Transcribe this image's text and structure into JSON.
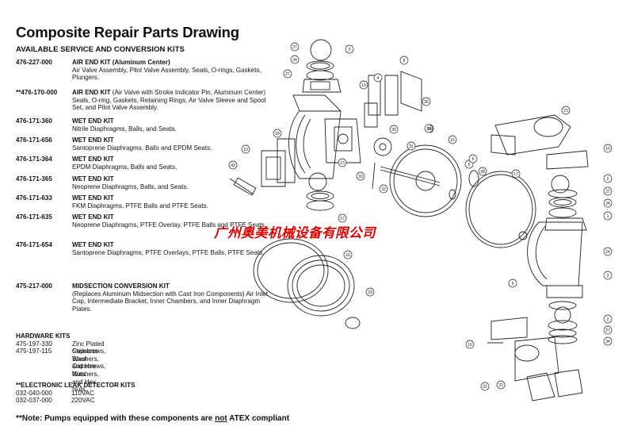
{
  "title": "Composite Repair Parts Drawing",
  "subtitle": "AVAILABLE SERVICE AND CONVERSION KITS",
  "kits": [
    {
      "number": "476-227-000",
      "name": "AIR END KIT (Aluminum Center)",
      "desc": "Air Valve Assembly, Pilot Valve Assembly, Seals, O-rings, Gaskets, Plungers."
    },
    {
      "number": "**476-170-000",
      "name": "AIR END KIT",
      "desc_inline": " (Air Valve with Stroke Indicator Pin, Aluminum Center)",
      "desc": "Seals, O-ring, Gaskets, Retaining Rings, Air Valve Sleeve and Spool Set, and Pilot Valve Assembly."
    },
    {
      "number": "476-171-360",
      "name": "WET END KIT",
      "desc": "Nitrile Diaphragms, Balls, and Seats."
    },
    {
      "number": "476-171-656",
      "name": "WET END KIT",
      "desc": "Santoprene Diaphragms, Balls and EPDM Seats."
    },
    {
      "number": "476-171-364",
      "name": "WET END KIT",
      "desc": "EPDM Diaphragms, Balls and Seats."
    },
    {
      "number": "476-171-365",
      "name": "WET END KIT",
      "desc": "Neoprene Diaphragms, Balls, and Seats."
    },
    {
      "number": "476-171-633",
      "name": "WET END KIT",
      "desc": "FKM Diaphragms, PTFE Balls and PTFE Seats."
    },
    {
      "number": "476-171-635",
      "name": "WET END KIT",
      "desc": "Neoprene Diaphragms, PTFE Overlay, PTFE Balls and PTFE Seats."
    },
    {
      "number": "476-171-654",
      "name": "WET END KIT",
      "desc": "Santoprene Diaphragms, PTFE Overlays, PTFE Balls, PTFE Seats."
    },
    {
      "number": "475-217-000",
      "name": "MIDSECTION CONVERSION KIT",
      "desc": "(Replaces Aluminum Midsection with Cast Iron Components) Air Inlet Cap, Intermediate Bracket, Inner Chambers, and Inner Diaphragm Plates."
    }
  ],
  "hardware": {
    "heading": "HARDWARE KITS",
    "items": [
      {
        "number": "475-197-330",
        "desc": "Zinc Plated Capscrews, Washers, and Hex Nuts."
      },
      {
        "number": "475-197-115",
        "desc": "Stainless Steel Capscrews, Washers, and Hex Nuts."
      }
    ]
  },
  "leak_detector": {
    "heading": "**ELECTRONIC LEAK DETECTOR KITS",
    "items": [
      {
        "number": "032-040-000",
        "desc": "110VAC"
      },
      {
        "number": "032-037-000",
        "desc": "220VAC"
      }
    ]
  },
  "note": {
    "prefix": "**Note: Pumps equipped with these components are ",
    "underlined": "not",
    "suffix": " ATEX compliant"
  },
  "watermark": "广州奥美机械设备有限公司",
  "callouts": [
    "27",
    "34",
    "2",
    "27",
    "8",
    "4",
    "36",
    "19",
    "18",
    "31",
    "30",
    "33",
    "10",
    "32",
    "5",
    "15",
    "14",
    "29",
    "42",
    "25",
    "13",
    "23",
    "10",
    "2",
    "27",
    "34",
    "1",
    "24",
    "9",
    "16",
    "17",
    "28",
    "6",
    "3",
    "22",
    "10",
    "2",
    "27",
    "34",
    "17",
    "22"
  ]
}
